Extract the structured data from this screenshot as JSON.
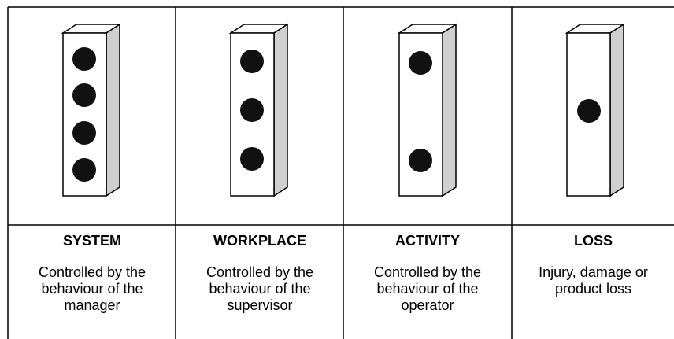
{
  "columns": [
    {
      "title": "SYSTEM",
      "description": "Controlled by the\nbehaviour of the\nmanager",
      "holes": 4
    },
    {
      "title": "WORKPLACE",
      "description": "Controlled by the\nbehaviour of the\nsupervisor",
      "holes": 3
    },
    {
      "title": "ACTIVITY",
      "description": "Controlled by the\nbehaviour of the\noperator",
      "holes": 2
    },
    {
      "title": "LOSS",
      "description": "Injury, damage or\nproduct loss",
      "holes": 1
    }
  ],
  "colors": {
    "line": "#000000",
    "block_face": "#ffffff",
    "block_side": "#cfcfcf",
    "hole": "#111111"
  }
}
